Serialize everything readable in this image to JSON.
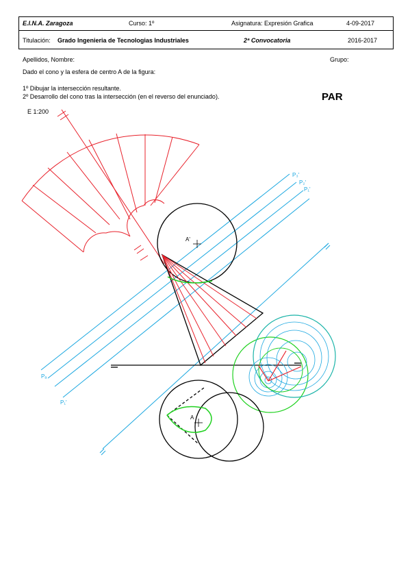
{
  "header": {
    "school": "E.I.N.A. Zaragoza",
    "course": "Curso: 1º",
    "subject": "Asignatura: Expresión Grafica",
    "date": "4-09-2017",
    "degree_prefix": "Titulación:",
    "degree": "Grado Ingenieria de Tecnologias Industriales",
    "call": "2ª Convocatoria",
    "year": "2016-2017"
  },
  "student": {
    "name_label": "Apellidos, Nombre:",
    "group_label": "Grupo:"
  },
  "statement": {
    "intro": "Dado el cono y la esfera de centro A de la figura:",
    "task1": "1º Dibujar la intersección resultante.",
    "task2": "2º Desarrollo del cono tras la intersección (en el reverso del enunciado).",
    "parity": "PAR",
    "scale": "E 1:200"
  },
  "drawing": {
    "labels": {
      "p3": "P₃'",
      "p2": "P₂'",
      "p1": "P₁'",
      "pa": "Pₐ",
      "pb": "P₁'",
      "a_elev": "A'",
      "a_plan": "A"
    },
    "colors": {
      "construction": "#1aa7e0",
      "development": "#e8202a",
      "intersection": "#1fd11f",
      "outline": "#000000",
      "auxiliary_spheres": "#1ab3a8"
    }
  }
}
